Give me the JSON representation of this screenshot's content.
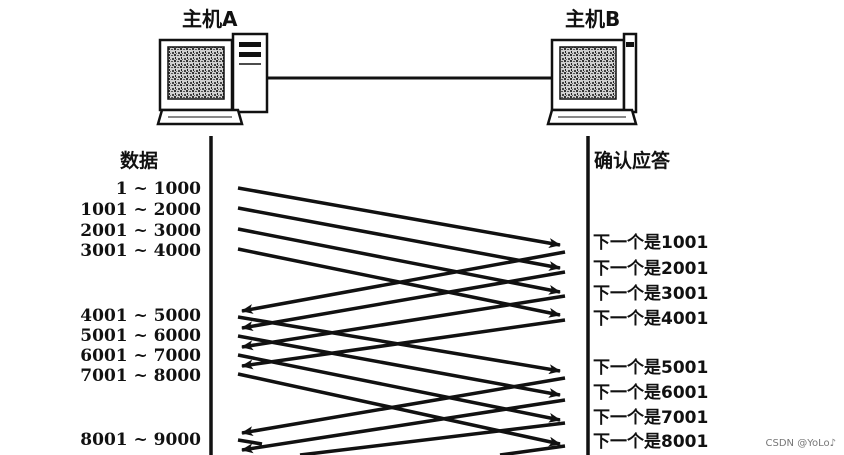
{
  "hosts": {
    "a": {
      "label": "主机A"
    },
    "b": {
      "label": "主机B"
    }
  },
  "columns": {
    "data_title": "数据",
    "ack_title": "确认应答"
  },
  "segments": [
    "1 ~ 1000",
    "1001 ~ 2000",
    "2001 ~ 3000",
    "3001 ~ 4000",
    "4001 ~ 5000",
    "5001 ~ 6000",
    "6001 ~ 7000",
    "7001 ~ 8000",
    "8001 ~ 9000"
  ],
  "acks": [
    "下一个是1001",
    "下一个是2001",
    "下一个是3001",
    "下一个是4001",
    "下一个是5001",
    "下一个是6001",
    "下一个是7001",
    "下一个是8001"
  ],
  "watermark": "CSDN @YoLo♪"
}
